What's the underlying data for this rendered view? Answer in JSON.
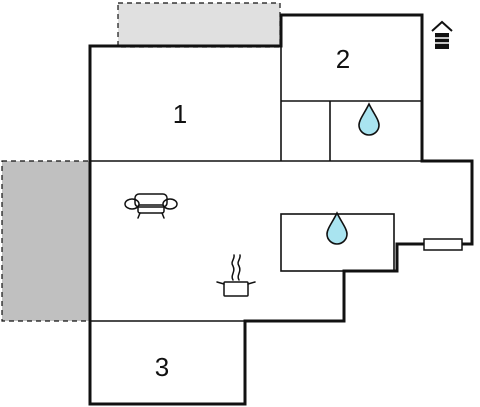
{
  "rooms": [
    {
      "label": "1"
    },
    {
      "label": "2"
    },
    {
      "label": "3"
    }
  ],
  "colors": {
    "wall": "#111111",
    "background": "#ffffff",
    "terrace_light": "#e0e0e0",
    "terrace_dark": "#c0c0c0",
    "water": "#a9e4f0"
  },
  "icons": [
    "sofa-icon",
    "cooking-pot-icon",
    "water-drop-icon",
    "water-drop-icon",
    "radiator-icon",
    "house-entrance-icon"
  ]
}
